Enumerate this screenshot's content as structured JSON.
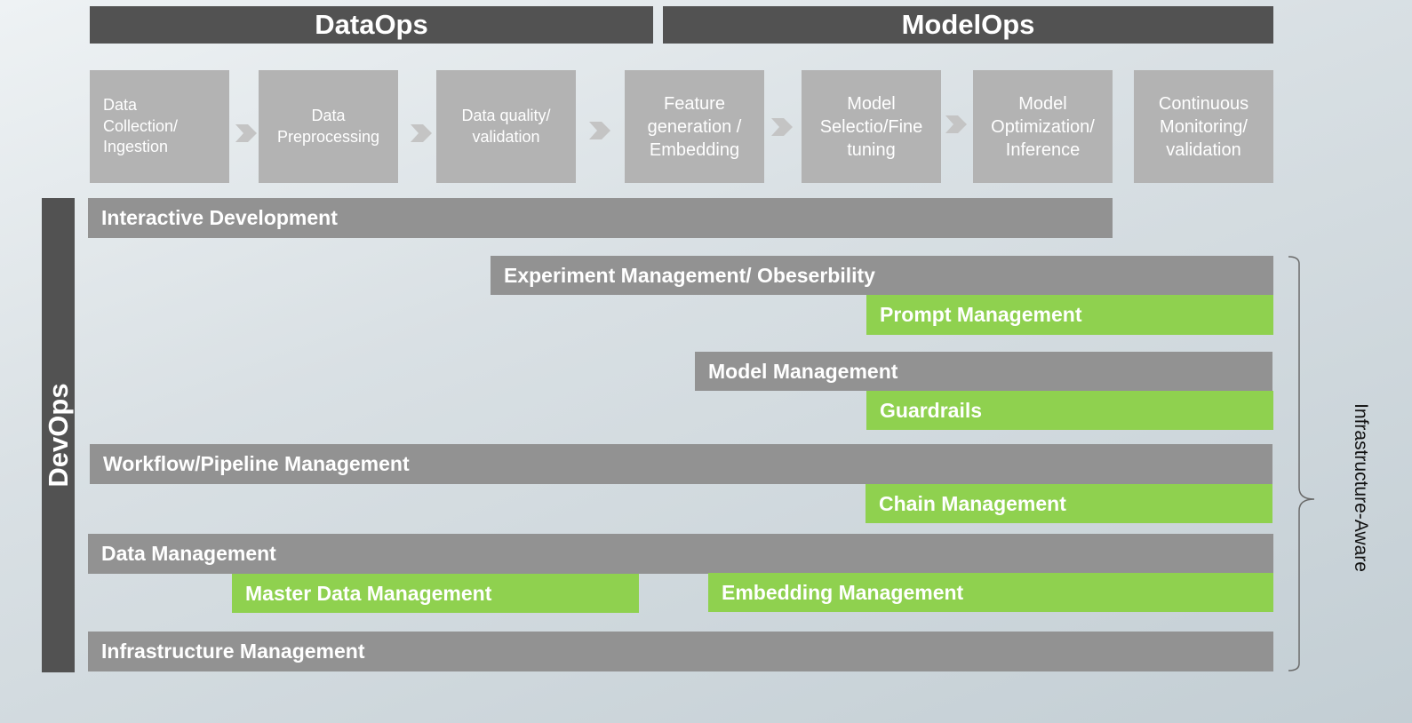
{
  "headers": {
    "dataops": "DataOps",
    "modelops": "ModelOps"
  },
  "stages": [
    {
      "line1": "Data",
      "line2": "Collection/",
      "line3": "Ingestion"
    },
    {
      "line1": "Data",
      "line2": "Preprocessing",
      "line3": ""
    },
    {
      "line1": "Data quality/",
      "line2": "validation",
      "line3": ""
    },
    {
      "line1": "Feature",
      "line2": "generation /",
      "line3": "Embedding"
    },
    {
      "line1": "Model",
      "line2": "Selectio/Fine",
      "line3": "tuning"
    },
    {
      "line1": "Model",
      "line2": "Optimization/",
      "line3": "Inference"
    },
    {
      "line1": "Continuous",
      "line2": "Monitoring/",
      "line3": "validation"
    }
  ],
  "side": {
    "devops": "DevOps",
    "infrastructure_aware": "Infrastructure-Aware"
  },
  "bars": {
    "interactive_development": "Interactive Development",
    "experiment_management": "Experiment Management/ Obeserbility",
    "prompt_management": "Prompt Management",
    "model_management": "Model Management",
    "guardrails": "Guardrails",
    "workflow_management": "Workflow/Pipeline Management",
    "chain_management": "Chain Management",
    "data_management": "Data Management",
    "master_data_management": "Master Data Management",
    "embedding_management": "Embedding Management",
    "infrastructure_management": "Infrastructure Management"
  },
  "colors": {
    "header": "#525252",
    "stage": "#b3b3b3",
    "bar_gray": "#929292",
    "bar_green": "#8fd14f",
    "chevron": "#c4c4c4"
  }
}
